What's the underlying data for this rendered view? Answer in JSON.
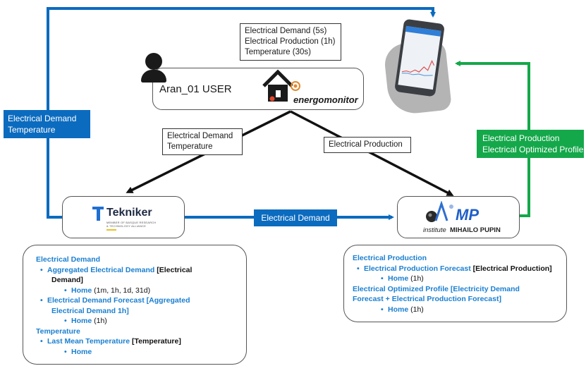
{
  "user": {
    "name": "Aran_01 USER",
    "logo_text": "energomonitor"
  },
  "feeds_box": {
    "lines": [
      "Electrical Demand (5s)",
      "Electrical Production (1h)",
      "Temperature (30s)"
    ]
  },
  "left_link_label": {
    "lines": [
      "Electrical Demand",
      "Temperature"
    ]
  },
  "to_tekniker_label": {
    "lines": [
      "Electrical Demand",
      "Temperature"
    ]
  },
  "to_imp_label": {
    "lines": [
      "Electrical Production"
    ]
  },
  "mid_link_label": {
    "lines": [
      "Electrical Demand"
    ]
  },
  "right_link_label": {
    "lines": [
      "Electrical Production",
      "Electrical Optimized Profile"
    ]
  },
  "tekniker": {
    "name": "Tekniker",
    "tagline_1": "MEMBER OF BASQUE RESEARCH",
    "tagline_2": "& TECHNOLOGY ALLIANCE"
  },
  "imp": {
    "logo": "MP",
    "caption_italic": "institute",
    "caption_bold": "MIHAILO PUPIN"
  },
  "tekniker_details": {
    "electrical_demand": "Electrical Demand",
    "aggregated": "Aggregated Electrical Demand",
    "aggregated_src_1": "[Electrical",
    "aggregated_src_2": "Demand]",
    "home_label": "Home",
    "home_resolutions": "(1m, 1h, 1d, 31d)",
    "forecast": "Electrical Demand Forecast",
    "forecast_src_1": "[Aggregated",
    "forecast_src_2": "Electrical Demand 1h]",
    "home2_label": "Home",
    "home2_res": "(1h)",
    "temperature": "Temperature",
    "last_mean": "Last Mean Temperature",
    "last_mean_src": "[Temperature]",
    "home3_label": "Home"
  },
  "imp_details": {
    "production": "Electrical Production",
    "prod_forecast": "Electrical Production Forecast",
    "prod_forecast_src": "[Electrical Production]",
    "home_label": "Home",
    "home_res": "(1h)",
    "optimized_1": "Electrical Optimized Profile [Electricity Demand",
    "optimized_2": "Forecast + Electrical Production Forecast]",
    "home2_label": "Home",
    "home2_res": "(1h)"
  },
  "colors": {
    "blue_link": "#0b6bbf",
    "green_link": "#14a84a",
    "list_blue": "#1a7fd0"
  },
  "icons": [
    "user-icon",
    "house-icon",
    "smartphone-icon",
    "hand-icon"
  ]
}
